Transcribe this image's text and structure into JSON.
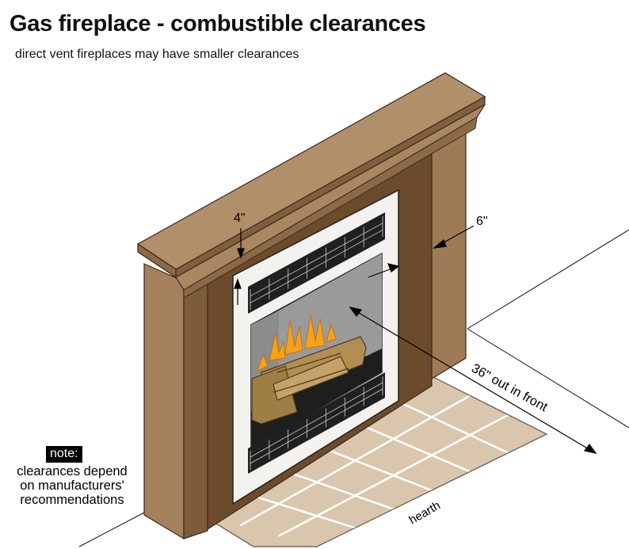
{
  "title": "Gas fireplace - combustible clearances",
  "subtitle": "direct vent fireplaces may have smaller clearances",
  "labels": {
    "top_clearance": "4\"",
    "side_clearance": "6\"",
    "front_clearance": "36\" out in front",
    "hearth": "hearth"
  },
  "note": {
    "badge": "note:",
    "lines": [
      "clearances depend",
      "on manufacturers'",
      "recommendations"
    ]
  },
  "colors": {
    "mantel": "#9a7b5a",
    "mantel_dark": "#7a5d3f",
    "surround": "#6b4a2b",
    "frame": "#f3f0ec",
    "firebox": "#8e8e8e",
    "hearth_tile": "#d8c5ae",
    "flame": "#f3a01c",
    "log": "#a8874c"
  }
}
